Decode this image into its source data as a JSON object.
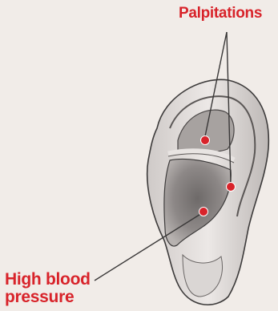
{
  "colors": {
    "accent": "#d8232a",
    "background": "#f1ece8",
    "ear_outline": "#3c3a3a"
  },
  "labels": {
    "palpitations": "Palpitations",
    "high_blood_pressure_line1": "High blood",
    "high_blood_pressure_line2": "pressure"
  },
  "points": [
    {
      "name": "palpitations-point-upper",
      "label": "Palpitations"
    },
    {
      "name": "palpitations-point-lower",
      "label": "Palpitations"
    },
    {
      "name": "high-blood-pressure-point",
      "label": "High blood pressure"
    }
  ]
}
